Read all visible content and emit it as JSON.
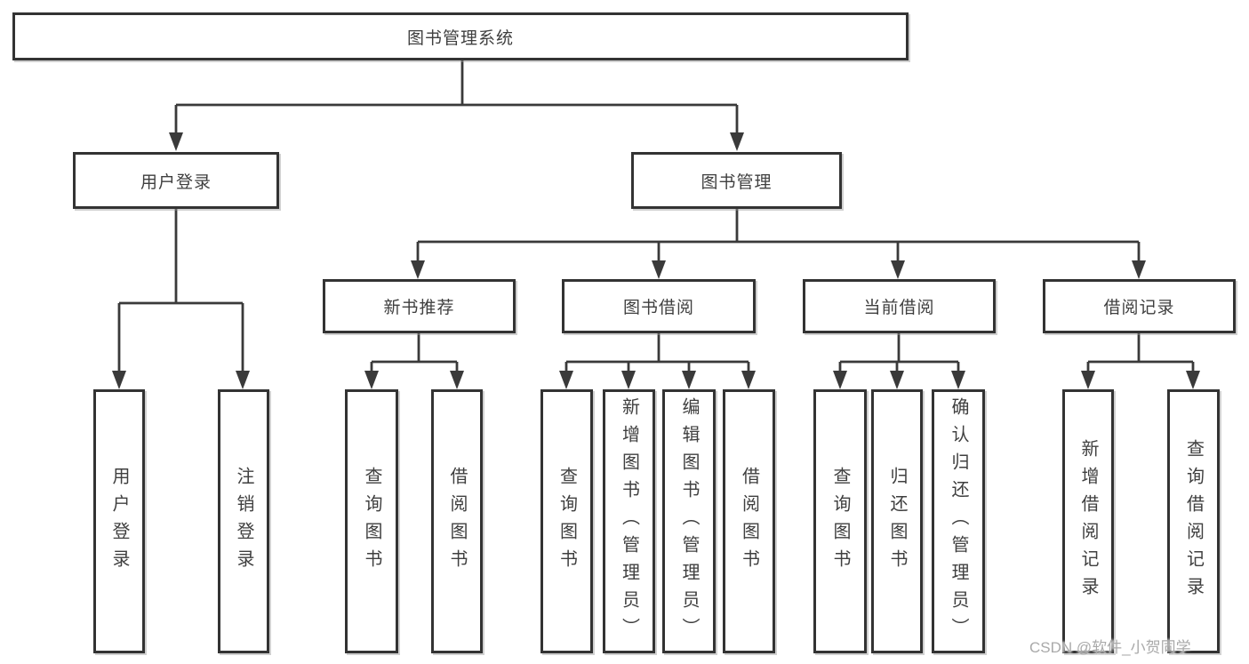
{
  "title": "图书管理系统",
  "level2": {
    "user_login": "用户登录",
    "book_mgmt": "图书管理"
  },
  "level3": {
    "new_books": "新书推荐",
    "borrow": "图书借阅",
    "current": "当前借阅",
    "records": "借阅记录"
  },
  "leaves": {
    "user_login": [
      "用户登录",
      "注销登录"
    ],
    "new_books": [
      "查询图书",
      "借阅图书"
    ],
    "borrow": [
      "查询图书",
      "新增图书（管理员）",
      "编辑图书（管理员）",
      "借阅图书"
    ],
    "current": [
      "查询图书",
      "归还图书",
      "确认归还（管理员）"
    ],
    "records": [
      "新增借阅记录",
      "查询借阅记录"
    ]
  },
  "watermark": "CSDN @软件_小贺同学",
  "colors": {
    "line": "#3a3a3a",
    "border": "#333333",
    "text": "#3f3f3f",
    "background": "#ffffff",
    "watermark": "#a9a9a9"
  }
}
